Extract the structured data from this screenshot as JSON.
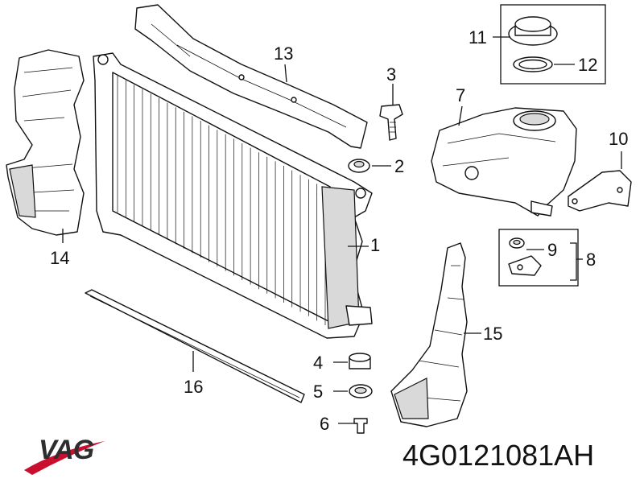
{
  "brand": {
    "logo_text": "VAG",
    "swoosh_color": "#c8102e"
  },
  "part_number": "4G0121081AH",
  "callouts": {
    "c1": "1",
    "c2": "2",
    "c3": "3",
    "c4": "4",
    "c5": "5",
    "c6": "6",
    "c7": "7",
    "c8": "8",
    "c9": "9",
    "c10": "10",
    "c11": "11",
    "c12": "12",
    "c13": "13",
    "c14": "14",
    "c15": "15",
    "c16": "16"
  },
  "colors": {
    "line": "#111111",
    "fill": "#ffffff",
    "shade": "#d9d9d9"
  }
}
